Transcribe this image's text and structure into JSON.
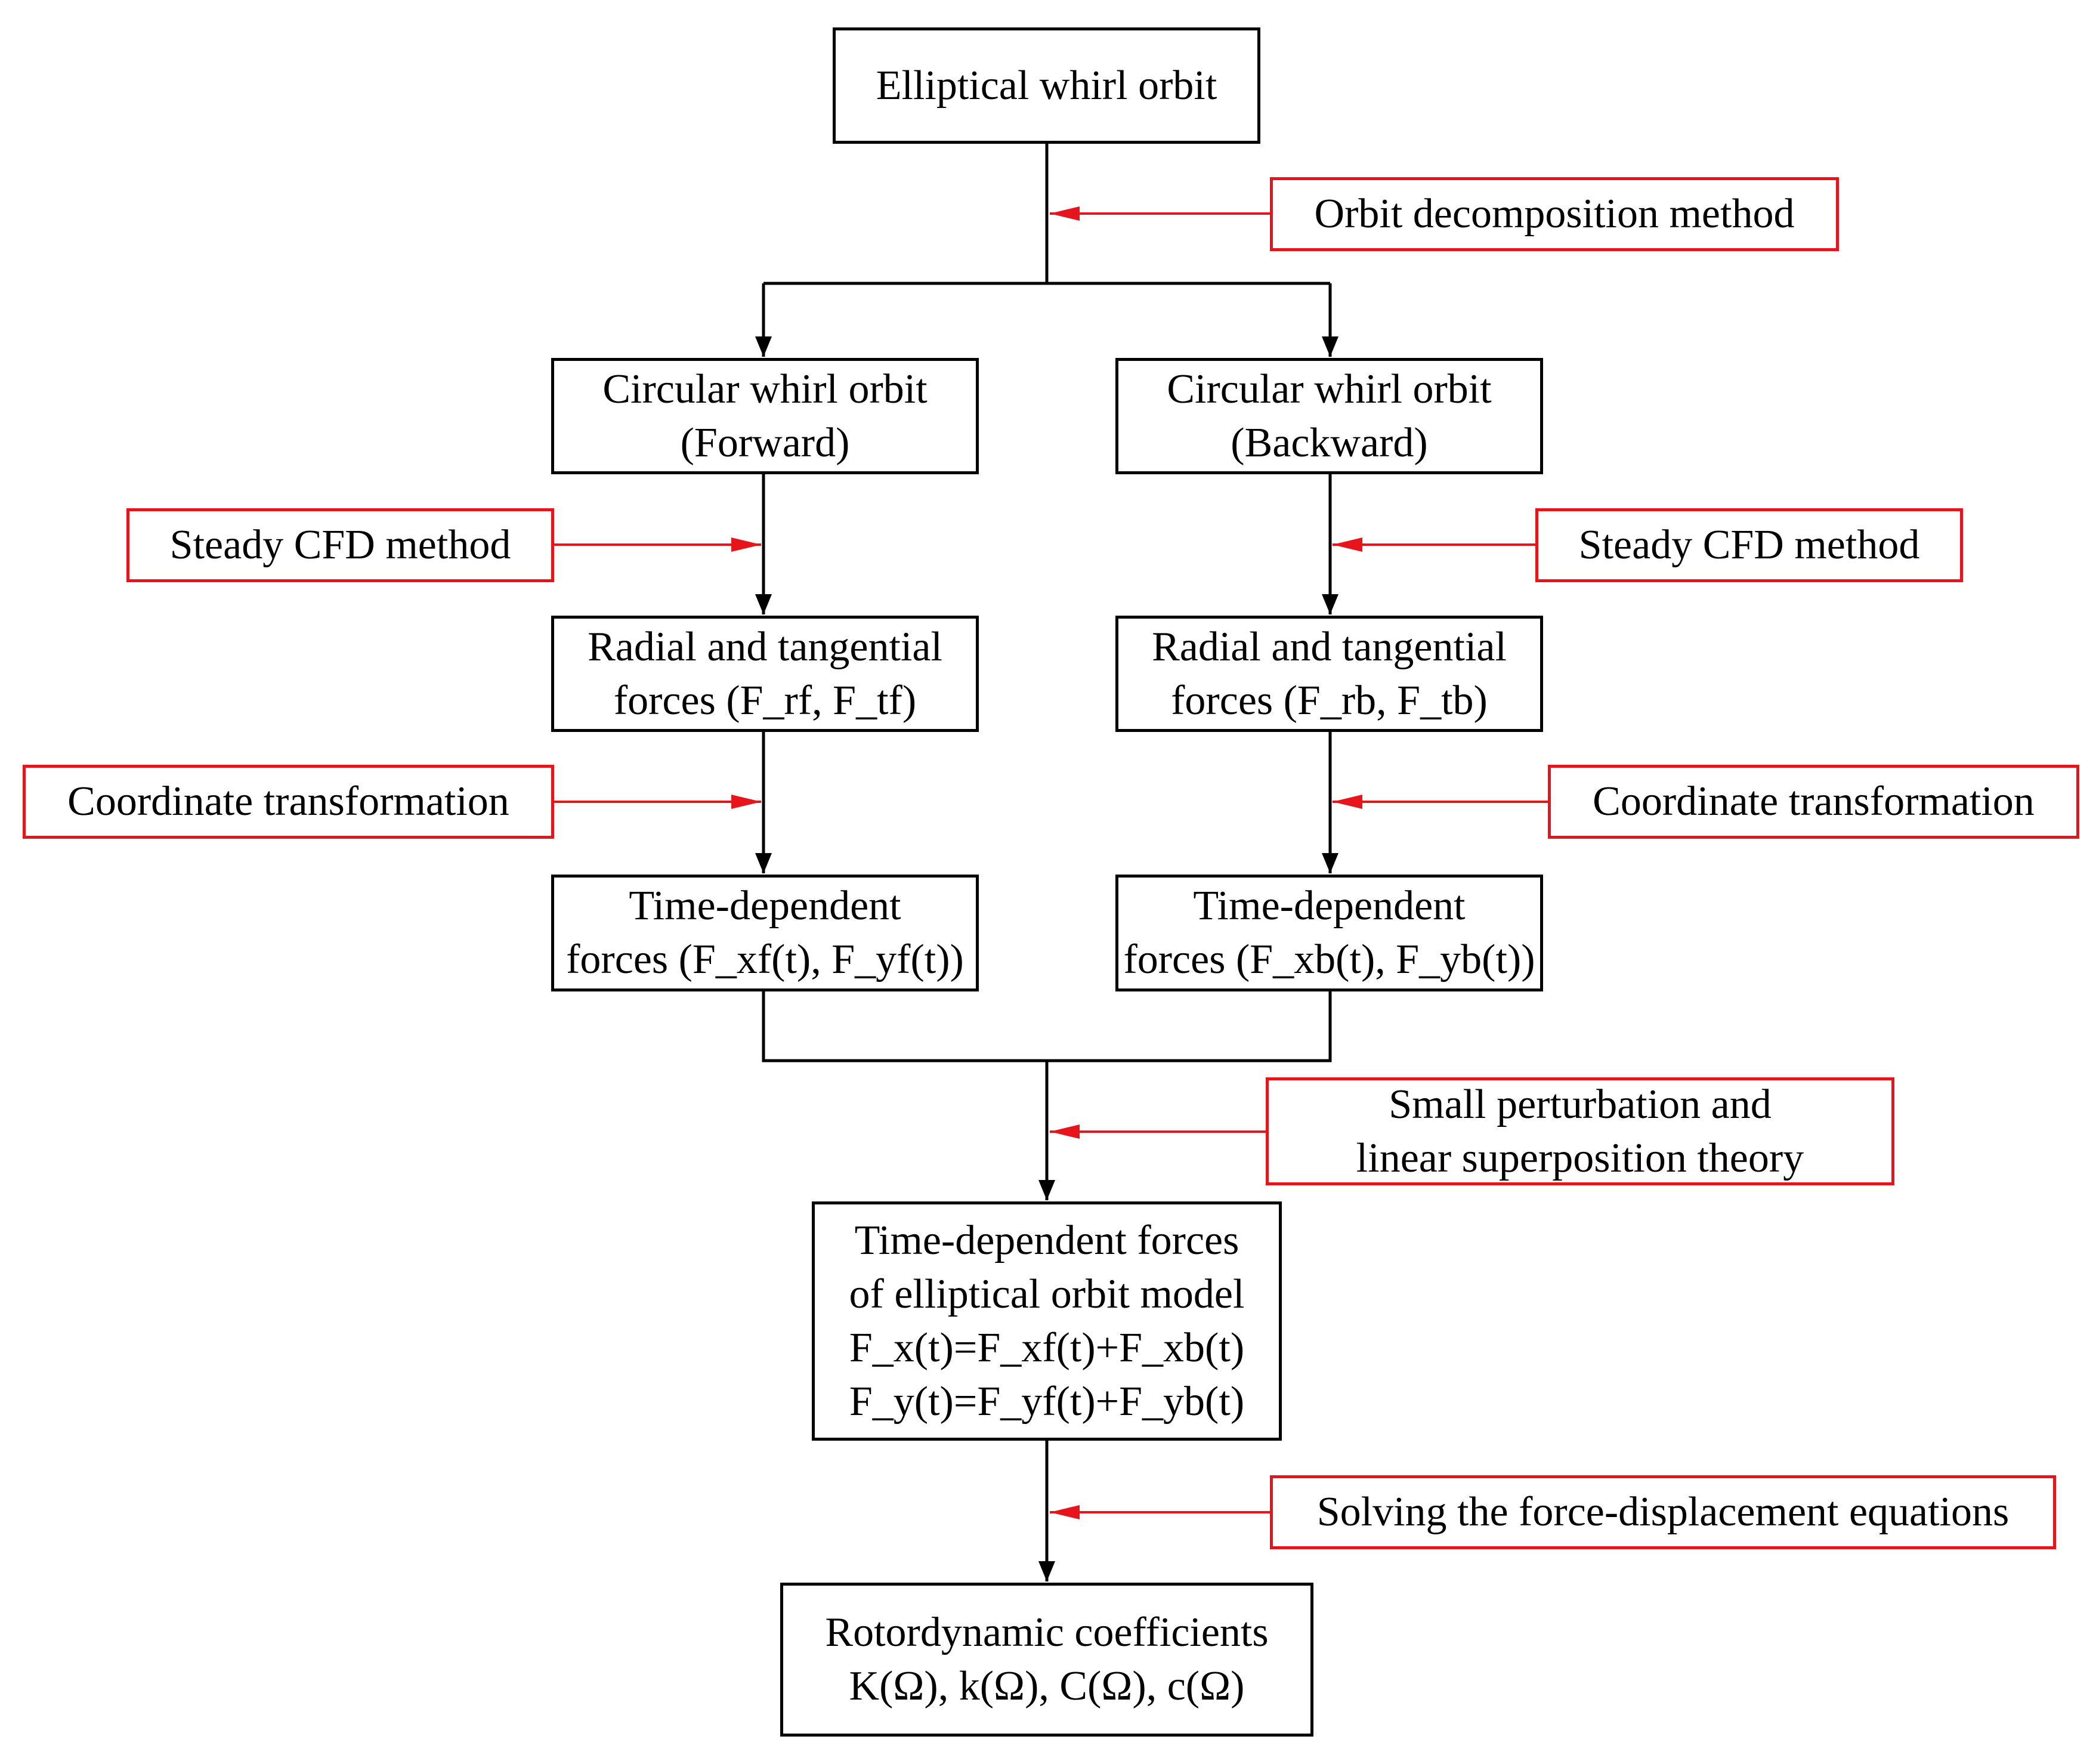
{
  "colors": {
    "main_box_border": "#000000",
    "method_box_border": "#e8141c",
    "main_arrow": "#000000",
    "method_arrow": "#e8141c"
  },
  "nodes": {
    "elliptical_orbit": "Elliptical whirl orbit",
    "circ_forward_l1": "Circular whirl orbit",
    "circ_forward_l2": "(Forward)",
    "circ_backward_l1": "Circular whirl orbit",
    "circ_backward_l2": "(Backward)",
    "rt_forward_l1": "Radial and tangential",
    "rt_forward_l2": "forces (F_rf, F_tf)",
    "rt_backward_l1": "Radial and tangential",
    "rt_backward_l2": "forces (F_rb, F_tb)",
    "td_forward_l1": "Time-dependent",
    "td_forward_l2": "forces (F_xf(t), F_yf(t))",
    "td_backward_l1": "Time-dependent",
    "td_backward_l2": "forces (F_xb(t), F_yb(t))",
    "td_elliptical_l1": "Time-dependent forces",
    "td_elliptical_l2": "of elliptical orbit model",
    "td_elliptical_eq1": "F_x(t)=F_xf(t)+F_xb(t)",
    "td_elliptical_eq2": "F_y(t)=F_yf(t)+F_yb(t)",
    "rotordynamic_l1": "Rotordynamic coefficients",
    "rotordynamic_l2": "K(Ω), k(Ω), C(Ω), c(Ω)"
  },
  "methods": {
    "orbit_decomposition": "Orbit decomposition method",
    "steady_cfd_left": "Steady CFD method",
    "steady_cfd_right": "Steady CFD method",
    "coord_transform_left": "Coordinate transformation",
    "coord_transform_right": "Coordinate transformation",
    "small_perturbation_l1": "Small perturbation and",
    "small_perturbation_l2": "linear superposition theory",
    "solving_equations": "Solving the force-displacement equations"
  }
}
